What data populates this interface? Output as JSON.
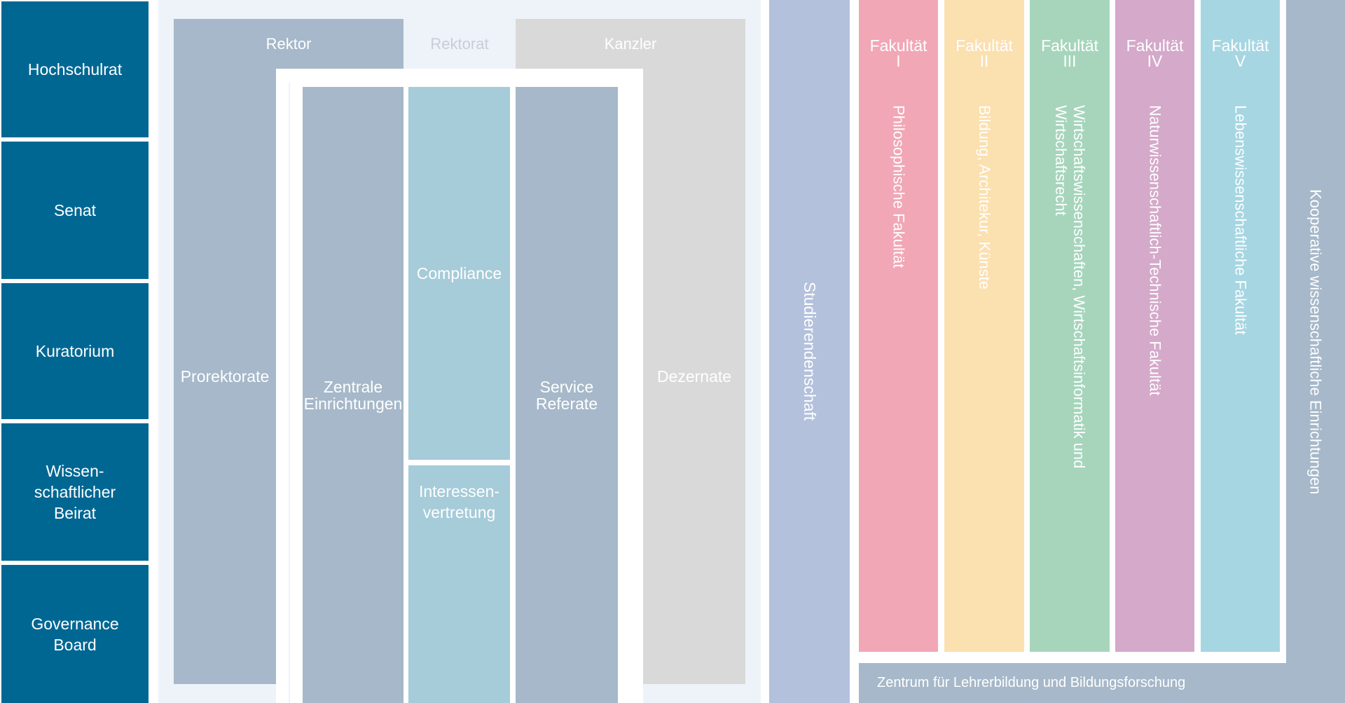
{
  "colors": {
    "governance": "#006793",
    "panel": "#edf3f9",
    "gray_blue": "#a6b8c9",
    "light_gray": "#d9d9d9",
    "light_blue": "#a6cbd9",
    "studierendenschaft": "#b3c1dc",
    "fakultaet_1": "#f1a7b6",
    "fakultaet_2": "#fbe0b0",
    "fakultaet_3": "#a6d5bb",
    "fakultaet_4": "#d4a9ca",
    "fakultaet_5": "#a6d6e2",
    "kooperative": "#a6b8c9"
  },
  "governance": {
    "hochschulrat": "Hochschulrat",
    "senat": "Senat",
    "kuratorium": "Kuratorium",
    "beirat_line1": "Wissen-",
    "beirat_line2": "schaftlicher",
    "beirat_line3": "Beirat",
    "board_line1": "Governance",
    "board_line2": "Board"
  },
  "rektorat": {
    "rektor": "Rektor",
    "rektorat": "Rektorat",
    "kanzler": "Kanzler",
    "prorektorate": "Prorektorate",
    "zentrale_line1": "Zentrale",
    "zentrale_line2": "Einrichtungen",
    "compliance": "Compliance",
    "interessen_line1": "Interessen-",
    "interessen_line2": "vertretung",
    "service_line1": "Service",
    "service_line2": "Referate",
    "dezernate": "Dezernate"
  },
  "studierendenschaft": "Studierendenschaft",
  "faculties": [
    {
      "word": "Fakultät",
      "num": "I",
      "name": "Philosophische Fakultät"
    },
    {
      "word": "Fakultät",
      "num": "II",
      "name": "Bildung, Architekur, Künste"
    },
    {
      "word": "Fakultät",
      "num": "III",
      "name": "Wirtschaftswissenschaften, Wirtschaftsinformatik und Wirtschaftsrecht"
    },
    {
      "word": "Fakultät",
      "num": "IV",
      "name": "Naturwissenschaftlich-Technische Fakultät"
    },
    {
      "word": "Fakultät",
      "num": "V",
      "name": "Lebenswissenschaftliche Fakultät"
    }
  ],
  "kooperative": "Kooperative wissenschaftliche Einrichtungen",
  "zentrum": "Zentrum für Lehrerbildung und Bildungsforschung"
}
